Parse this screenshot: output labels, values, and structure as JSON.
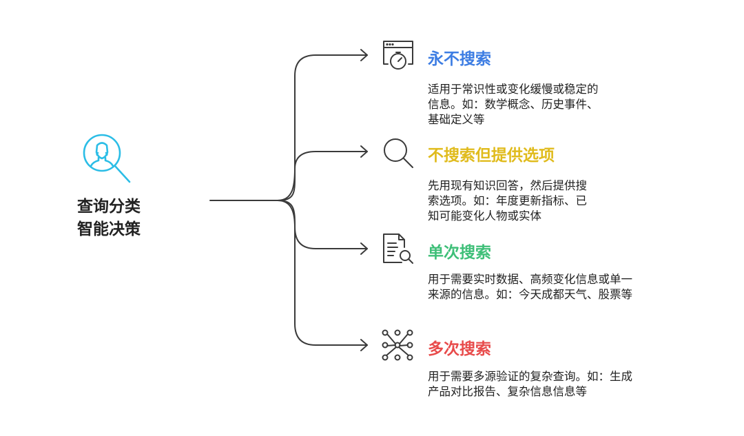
{
  "root": {
    "title_line1": "查询分类",
    "title_line2": "智能决策",
    "icon": "user-search-icon",
    "accent": "#2bbde6"
  },
  "branches": [
    {
      "title": "永不搜索",
      "color": "#3d7de3",
      "icon": "stopwatch-browser-icon",
      "desc": [
        "适用于常识性或变化缓慢或稳定的",
        "信息。如：数学概念、历史事件、",
        "基础定义等"
      ]
    },
    {
      "title": "不搜索但提供选项",
      "color": "#e0bb1c",
      "icon": "magnifier-icon",
      "desc": [
        "先用现有知识回答，然后提供搜",
        "索选项。如：年度更新指标、已",
        "知可能变化人物或实体"
      ]
    },
    {
      "title": "单次搜索",
      "color": "#3ebf78",
      "icon": "document-search-icon",
      "desc": [
        "用于需要实时数据、高频变化信息或单一",
        "来源的信息。如：今天成都天气、股票等"
      ]
    },
    {
      "title": "多次搜索",
      "color": "#e84b4b",
      "icon": "network-graph-icon",
      "desc": [
        "用于需要多源验证的复杂查询。如：生成",
        "产品对比报告、复杂信息信息等"
      ]
    }
  ],
  "colors": {
    "line": "#3a3a3a",
    "text": "#222222"
  }
}
